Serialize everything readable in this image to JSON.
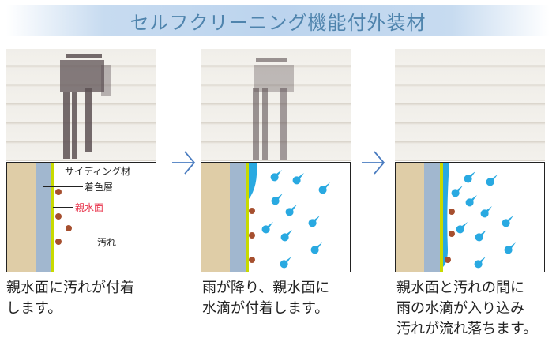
{
  "title": "セルフクリーニング機能付外装材",
  "colors": {
    "title": "#4f84ad",
    "banner": "#bcd4ee",
    "siding": "#dfcda7",
    "color_layer": "#a1b7cf",
    "hydrophilic_layer": "#c8da00",
    "dirt": "#a64f2f",
    "water": "#29a9e1",
    "label_red": "#e8334b",
    "arrow": "#4a7cc0"
  },
  "panels": [
    {
      "step": 1,
      "labels": {
        "siding": "サイディング材",
        "color_layer": "着色層",
        "hydrophilic": "親水面",
        "dirt": "汚れ"
      },
      "caption_lines": [
        "親水面に汚れが付着",
        "します。"
      ]
    },
    {
      "step": 2,
      "caption_lines": [
        "雨が降り、親水面に",
        "水滴が付着します。"
      ]
    },
    {
      "step": 3,
      "caption_lines": [
        "親水面と汚れの間に",
        "雨の水滴が入り込み",
        "汚れが流れ落ちます。"
      ]
    }
  ],
  "arrows": [
    "arrow-right",
    "arrow-right"
  ]
}
